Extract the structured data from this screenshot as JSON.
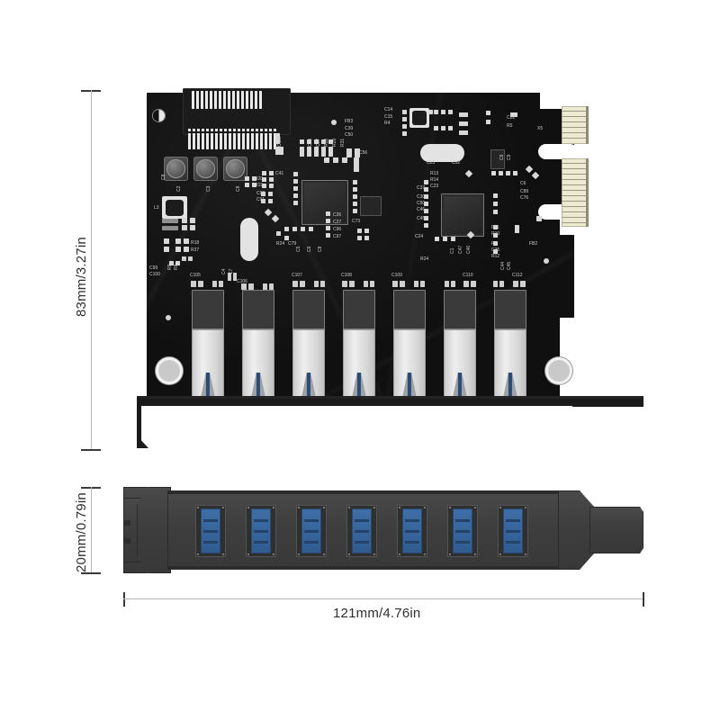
{
  "figure": {
    "title": "PCIe USB 3.0 expansion card dimensional drawing",
    "background_color": "#ffffff"
  },
  "dimensions": {
    "height_label": "83mm/3.27in",
    "bracket_height_label": "20mm/0.79in",
    "width_label": "121mm/4.76in"
  },
  "card": {
    "pcb_color": "#131313",
    "gold_finger_color": "#ecead0",
    "usb_port_count": 7,
    "usb_tongue_color": "#2b4a74",
    "capacitor_count": 3,
    "connector": "sata-power-header",
    "silkscreen": [
      "FB3",
      "C39",
      "C50",
      "C14",
      "C15",
      "R4",
      "C22",
      "R5",
      "X5",
      "C56",
      "C6",
      "C89",
      "C76",
      "C73",
      "R20",
      "R19",
      "C90",
      "C91",
      "C41",
      "C26",
      "C27",
      "C96",
      "C97",
      "C23",
      "C12",
      "C13",
      "C14",
      "R13",
      "R14",
      "C23",
      "C37",
      "C30",
      "C50",
      "C46",
      "C45",
      "C24",
      "R11",
      "R10",
      "R7",
      "C35",
      "R12",
      "FB2",
      "C99",
      "C100",
      "R18",
      "R37",
      "L3",
      "C105",
      "C106",
      "C107",
      "C108",
      "C109",
      "C110",
      "C112",
      "C4",
      "C5",
      "C1",
      "C47",
      "C46",
      "R24",
      "C79",
      "C88",
      "C7",
      "C8"
    ]
  },
  "front_view": {
    "port_count": 7,
    "bracket_color": "#3e3e3e",
    "port_color": "#3f6fa8"
  }
}
